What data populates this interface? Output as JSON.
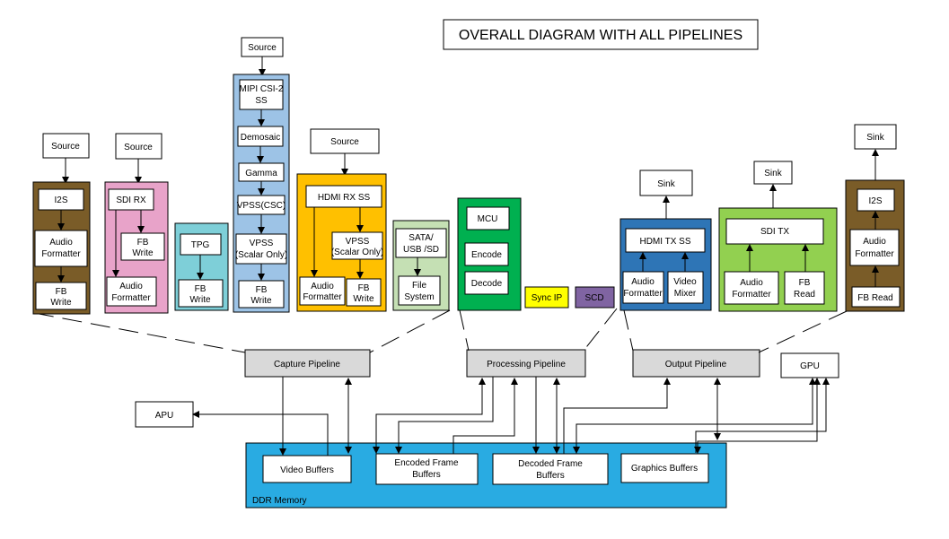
{
  "title": "OVERALL DIAGRAM WITH ALL PIPELINES",
  "colors": {
    "brown": "#7a5c28",
    "pink": "#e8a3c9",
    "teal": "#7ecfd8",
    "light_blue": "#9dc3e6",
    "orange": "#ffc000",
    "light_green": "#c5e0b4",
    "green": "#00b050",
    "yellow": "#ffff00",
    "purple": "#8064a2",
    "blue": "#2e75b6",
    "bright_green": "#92d050",
    "gray": "#d9d9d9",
    "ddr": "#29abe2"
  },
  "sources": {
    "i2s_in": "Source",
    "sdi_in": "Source",
    "mipi": "Source",
    "hdmi_in": "Source"
  },
  "sinks": {
    "hdmi_out": "Sink",
    "sdi_out": "Sink",
    "i2s_out": "Sink"
  },
  "groups": {
    "i2s_rx": {
      "i2s": "I2S",
      "audio": [
        "Audio",
        "Formatter"
      ],
      "fb": [
        "FB",
        "Write"
      ]
    },
    "sdi_rx": {
      "sdi": "SDI RX",
      "fb": [
        "FB",
        "Write"
      ],
      "audio": [
        "Audio",
        "Formatter"
      ]
    },
    "tpg": {
      "tpg": "TPG",
      "fb": [
        "FB",
        "Write"
      ]
    },
    "mipi": {
      "csi": [
        "MIPI CSI-2",
        "SS"
      ],
      "demosaic": "Demosaic",
      "gamma": "Gamma",
      "vpss_csc": "VPSS(CSC)",
      "vpss_scalar": [
        "VPSS",
        "(Scalar Only)"
      ],
      "fb": [
        "FB",
        "Write"
      ]
    },
    "hdmi_rx": {
      "hdmi": "HDMI RX SS",
      "vpss": [
        "VPSS",
        "(Scalar Only)"
      ],
      "audio": [
        "Audio",
        "Formatter"
      ],
      "fb": [
        "FB",
        "Write"
      ]
    },
    "storage": {
      "sata": [
        "SATA/",
        "USB /SD"
      ],
      "fs": [
        "File",
        "System"
      ]
    },
    "vcu": {
      "mcu": "MCU",
      "encode": "Encode",
      "decode": "Decode"
    },
    "sync_ip": "Sync IP",
    "scd": "SCD",
    "hdmi_tx": {
      "hdmi": "HDMI TX SS",
      "audio": [
        "Audio",
        "Formatter"
      ],
      "mixer": [
        "Video",
        "Mixer"
      ]
    },
    "sdi_tx": {
      "sdi": "SDI TX",
      "audio": [
        "Audio",
        "Formatter"
      ],
      "fb": [
        "FB",
        "Read"
      ]
    },
    "i2s_tx": {
      "i2s": "I2S",
      "audio": [
        "Audio",
        "Formatter"
      ],
      "fb": "FB Read"
    }
  },
  "pipelines": {
    "capture": "Capture Pipeline",
    "processing": "Processing Pipeline",
    "output": "Output Pipeline"
  },
  "gpu": "GPU",
  "apu": "APU",
  "ddr": {
    "label": "DDR Memory",
    "video": "Video Buffers",
    "encoded": [
      "Encoded Frame",
      "Buffers"
    ],
    "decoded": [
      "Decoded Frame",
      "Buffers"
    ],
    "graphics": "Graphics Buffers"
  }
}
